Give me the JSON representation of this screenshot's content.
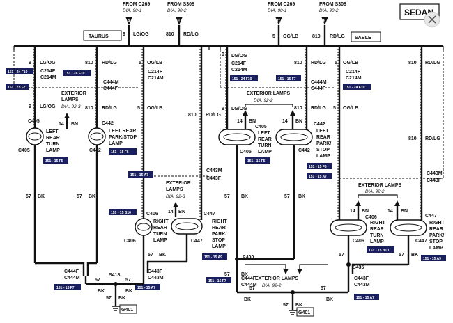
{
  "header": {
    "badge": "SEDAN",
    "brand_left": "TAURUS",
    "brand_right": "SABLE"
  },
  "sources": [
    {
      "from": "FROM C269",
      "dia": "DIA. 90-1",
      "letter": "A",
      "circuit": "9",
      "color": "LG/OG"
    },
    {
      "from": "FROM S308",
      "dia": "DIA. 90-2",
      "letter": "E",
      "circuit": "810",
      "color": "RD/LG"
    },
    {
      "from": "FROM C269",
      "dia": "DIA. 90-1",
      "letter": "C",
      "circuit": "5",
      "color": "OG/LB"
    },
    {
      "from": "FROM S308",
      "dia": "DIA. 90-2",
      "letter": "F",
      "circuit": "810",
      "color": "RD/LG"
    }
  ],
  "labels": {
    "w9": "9",
    "lg_og": "LG/OG",
    "w810": "810",
    "rd_lg": "RD/LG",
    "w5": "5",
    "og_lb": "OG/LB",
    "w14": "14",
    "bn": "BN",
    "w57": "57",
    "bk": "BK",
    "c214f": "C214F",
    "c214m": "C214M",
    "c444m": "C444M",
    "c444f": "C444F",
    "c443m": "C443M",
    "c443f": "C443F",
    "c405": "C405",
    "c442": "C442",
    "c406": "C406",
    "c447": "C447",
    "s418": "S418",
    "s400": "S400",
    "s435": "S435",
    "g401": "G401",
    "left_rear_turn": [
      "LEFT",
      "REAR",
      "TURN",
      "LAMP"
    ],
    "left_rear_park_stop_t": [
      "LEFT REAR",
      "PARK/STOP",
      "LAMP"
    ],
    "left_rear_park_stop_s": [
      "LEFT",
      "REAR",
      "PARK/",
      "STOP",
      "LAMP"
    ],
    "right_rear_turn": [
      "RIGHT",
      "REAR",
      "TURN",
      "LAMP"
    ],
    "right_rear_park_stop": [
      "RIGHT",
      "REAR",
      "PARK/",
      "STOP",
      "LAMP"
    ],
    "ext_lamps": "EXTERIOR LAMPS",
    "ext_lamps_2": [
      "EXTERIOR",
      "LAMPS"
    ],
    "dia_92_3": "DIA. 92-3",
    "dia_92_2": "DIA. 92-2"
  },
  "tags": {
    "f10": "151 - 24 F10",
    "f7": "151 - 15 F7",
    "f5": "151 - 15 F5",
    "f6": "151 - 15 F6",
    "a7": "151 - 15 A7",
    "b10": "151 - 15 B10",
    "a9": "151 - 15 A9"
  }
}
